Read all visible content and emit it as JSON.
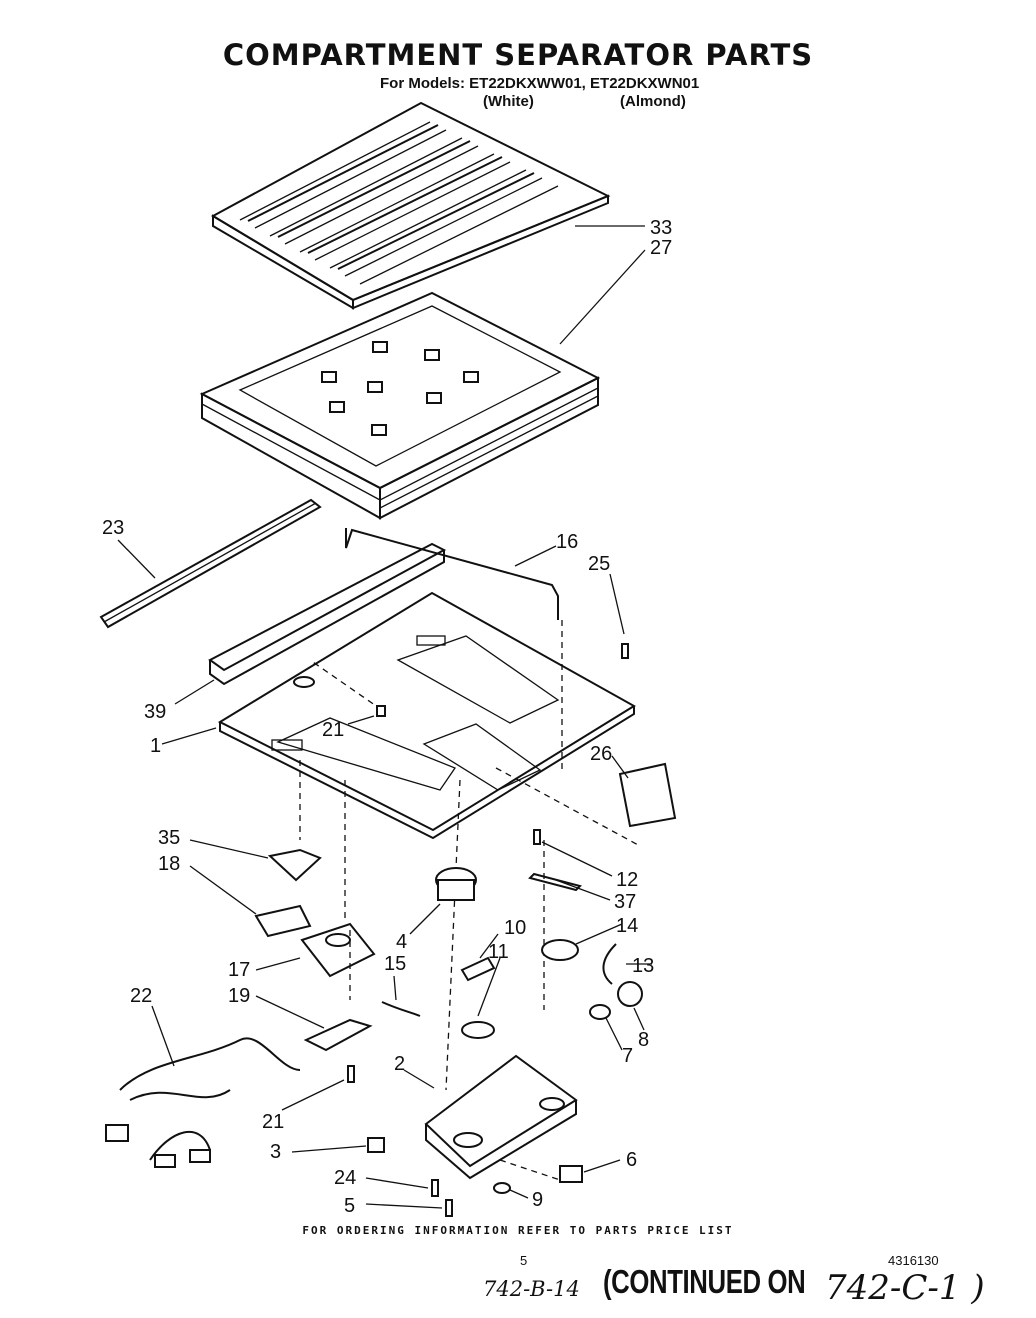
{
  "header": {
    "title": "COMPARTMENT SEPARATOR PARTS",
    "models_line": "For Models: ET22DKXWW01, ET22DKXWN01",
    "variant_white": "(White)",
    "variant_almond": "(Almond)"
  },
  "callouts": {
    "c33": "33",
    "c27": "27",
    "c23": "23",
    "c16": "16",
    "c25": "25",
    "c39": "39",
    "c21a": "21",
    "c1": "1",
    "c26": "26",
    "c35": "35",
    "c18": "18",
    "c12": "12",
    "c37": "37",
    "c10": "10",
    "c14": "14",
    "c4": "4",
    "c11": "11",
    "c17": "17",
    "c15": "15",
    "c13": "13",
    "c22": "22",
    "c19": "19",
    "c8": "8",
    "c7": "7",
    "c2": "2",
    "c21b": "21",
    "c3": "3",
    "c6": "6",
    "c24": "24",
    "c9": "9",
    "c5": "5"
  },
  "footer": {
    "ordering_note": "FOR ORDERING INFORMATION REFER TO PARTS PRICE LIST",
    "page_number": "5",
    "document_number": "4316130",
    "handwritten_ref": "742-B-14",
    "continued_label": "(CONTINUED ON",
    "handwritten_next": "742-C-1 )"
  }
}
